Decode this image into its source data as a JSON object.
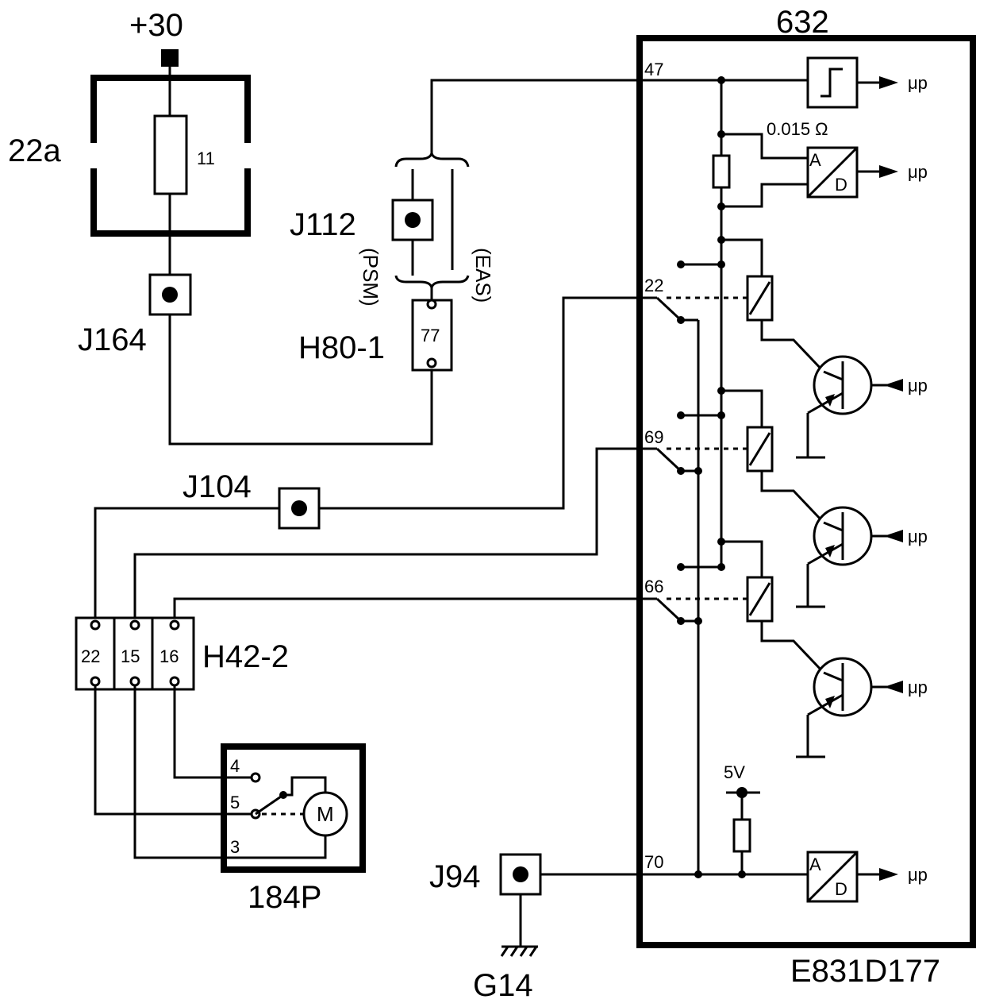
{
  "supply_label": "+30",
  "fuse_box": {
    "label": "22a",
    "fuse_number": "11"
  },
  "connectors": {
    "j164": "J164",
    "j112": "J112",
    "j104": "J104",
    "j94": "J94"
  },
  "variants": {
    "psm": "(PSM)",
    "eas": "(EAS)"
  },
  "connector_h80": {
    "label": "H80-1",
    "pin": "77"
  },
  "connector_h42": {
    "label": "H42-2",
    "pins": [
      "22",
      "15",
      "16"
    ]
  },
  "switch_unit": {
    "label": "184P",
    "pins": [
      "4",
      "5",
      "3"
    ],
    "motor": "M"
  },
  "module": {
    "label": "632",
    "part_number": "E831D177",
    "pins": {
      "p47": "47",
      "p22": "22",
      "p69": "69",
      "p66": "66",
      "p70": "70"
    },
    "shunt": "0.015 Ω",
    "vref": "5V",
    "adc_a": "A",
    "adc_d": "D",
    "mcu": "μp"
  },
  "ground": "G14"
}
